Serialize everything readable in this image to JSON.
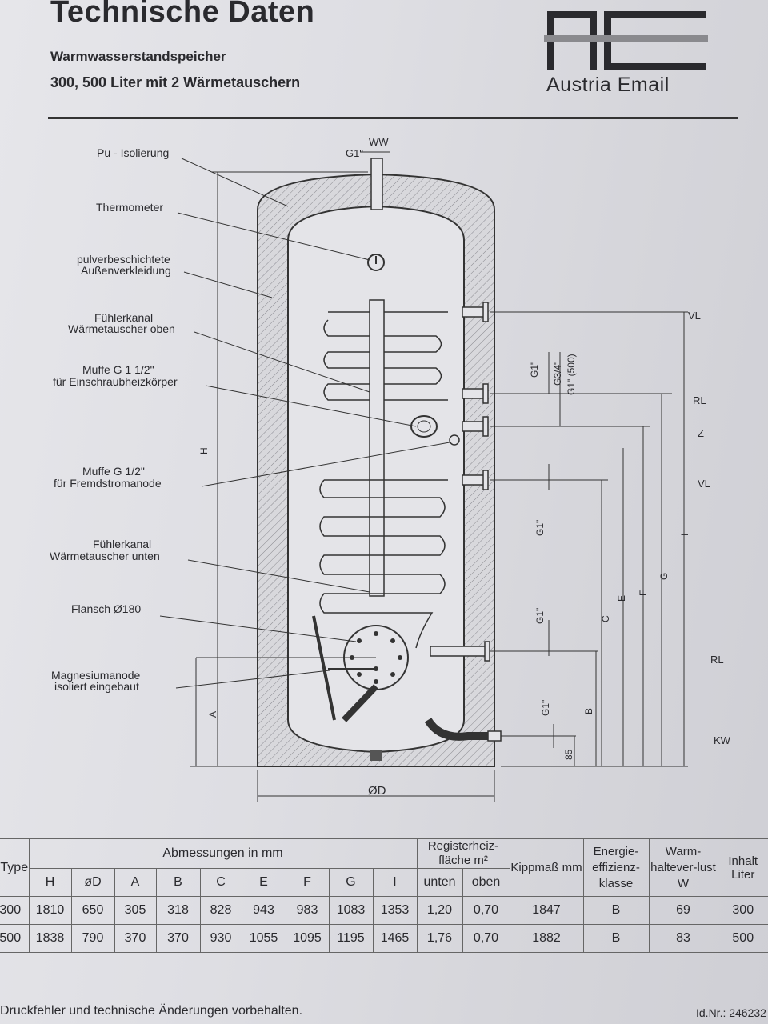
{
  "header": {
    "title": "Technische Daten",
    "subtitle1": "Warmwasserstandspeicher",
    "subtitle2": "300, 500 Liter mit 2 Wärmetauschern",
    "logo_text": "Austria Email"
  },
  "diagram": {
    "labels": {
      "pu": "Pu - Isolierung",
      "thermometer": "Thermometer",
      "verkleidung1": "pulverbeschichtete",
      "verkleidung2": "Außenverkleidung",
      "fk_oben1": "Fühlerkanal",
      "fk_oben2": "Wärmetauscher oben",
      "muffe_gross1": "Muffe G 1 1/2\"",
      "muffe_gross2": "für Einschraubheizkörper",
      "muffe_klein1": "Muffe G 1/2\"",
      "muffe_klein2": "für Fremdstromanode",
      "fk_unten1": "Fühlerkanal",
      "fk_unten2": "Wärmetauscher unten",
      "flansch": "Flansch Ø180",
      "anode1": "Magnesiumanode",
      "anode2": "isoliert eingebaut"
    },
    "ports": {
      "ww": "WW",
      "vl_top": "VL",
      "rl_top": "RL",
      "z": "Z",
      "vl_bottom": "VL",
      "rl_bottom": "RL",
      "kw": "KW"
    },
    "dims": {
      "g1_top": "G1\"",
      "g1_rl": "G1\"",
      "g34": "G3/4\"",
      "g1_500": "G1\" (500)",
      "g1_mid": "G1\"",
      "g1_low": "G1\"",
      "g1_kw": "G1\"",
      "d85": "85",
      "H": "H",
      "A": "A",
      "B": "B",
      "C": "C",
      "E": "E",
      "F": "F",
      "G": "G",
      "I": "I",
      "D": "ØD"
    }
  },
  "table": {
    "type_header": "Type",
    "abmessungen_header": "Abmessungen in mm",
    "register_header": "Registerheiz-fläche m²",
    "kippmass_header": "Kippmaß mm",
    "energie_header": "Energie-effizienz-klasse",
    "warm_header": "Warm-haltever-lust W",
    "inhalt_header": "Inhalt Liter",
    "sub_headers": [
      "H",
      "øD",
      "A",
      "B",
      "C",
      "E",
      "F",
      "G",
      "I",
      "unten",
      "oben"
    ],
    "rows": [
      {
        "type": "300",
        "values": [
          "1810",
          "650",
          "305",
          "318",
          "828",
          "943",
          "983",
          "1083",
          "1353",
          "1,20",
          "0,70",
          "1847",
          "B",
          "69",
          "300"
        ]
      },
      {
        "type": "500",
        "values": [
          "1838",
          "790",
          "370",
          "370",
          "930",
          "1055",
          "1095",
          "1195",
          "1465",
          "1,76",
          "0,70",
          "1882",
          "B",
          "83",
          "500"
        ]
      }
    ]
  },
  "footer": {
    "text": "Druckfehler und technische Änderungen vorbehalten.",
    "id": "Id.Nr.: 246232"
  }
}
